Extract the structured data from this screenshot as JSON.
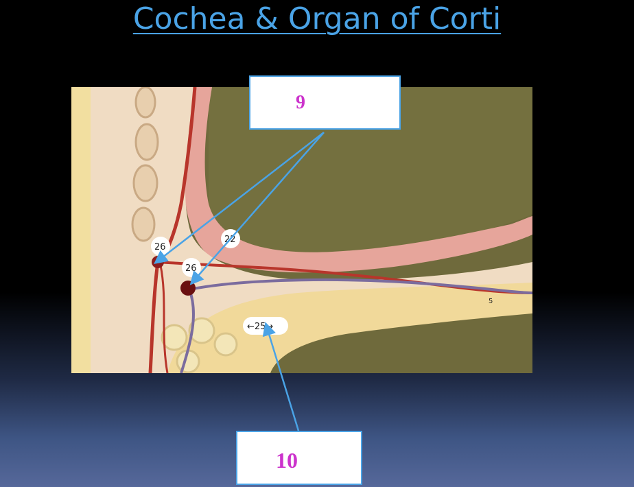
{
  "slide": {
    "title": "Cochea & Organ of Corti"
  },
  "labels": {
    "box_9": "9",
    "box_10": "10"
  },
  "model_tags": {
    "tag_26_upper": "26",
    "tag_22": "22",
    "tag_26_lower": "26",
    "tag_25": "←25→",
    "tag_5": "5"
  },
  "colors": {
    "title": "#4aa3e6",
    "label_text": "#cc33cc",
    "box_border": "#4aa3e6",
    "arrow": "#4aa3e6"
  }
}
